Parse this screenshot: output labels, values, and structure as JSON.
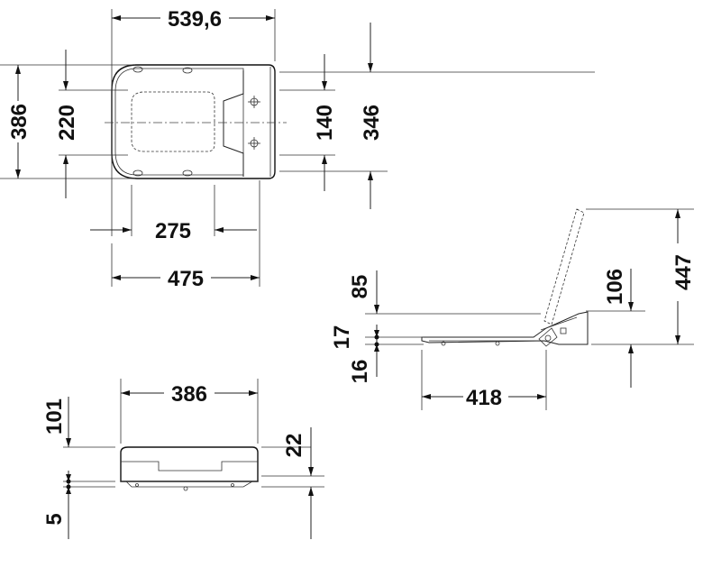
{
  "dimensions": {
    "top_width": "539,6",
    "left_height_total": "386",
    "left_height_inner": "220",
    "right_height_inner": "140",
    "right_height_total": "346",
    "width_inner": "275",
    "width_total": "475",
    "side_85": "85",
    "side_17": "17",
    "side_16": "16",
    "side_106": "106",
    "side_447": "447",
    "side_418": "418",
    "front_386": "386",
    "front_101": "101",
    "front_22": "22",
    "front_5": "5"
  }
}
